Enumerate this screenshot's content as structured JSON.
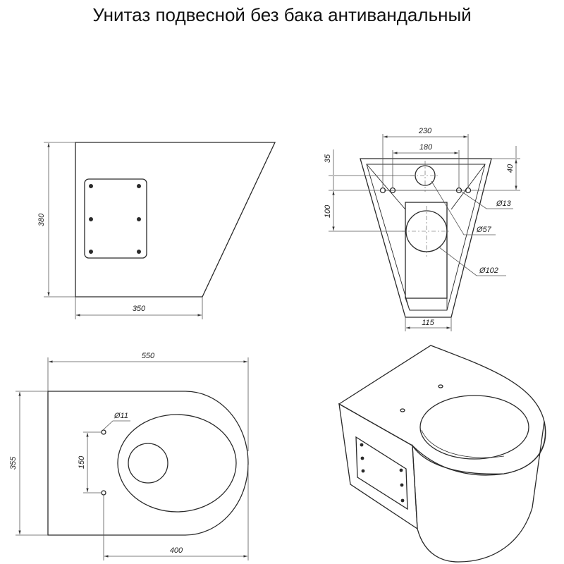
{
  "title": "Унитаз подвесной без бака антивандальный",
  "colors": {
    "line": "#2a2a2a",
    "thin": "#555555",
    "background": "#ffffff"
  },
  "views": {
    "side": {
      "height": "380",
      "width": "350"
    },
    "front": {
      "width_outer": "230",
      "width_inner": "180",
      "dim_35": "35",
      "dim_40": "40",
      "dim_100": "100",
      "dia_13": "Ø13",
      "dia_57": "Ø57",
      "dia_102": "Ø102",
      "bottom_width": "115"
    },
    "top": {
      "length": "550",
      "height": "355",
      "hole_spacing": "150",
      "hole_dia": "Ø11",
      "hole_offset": "400"
    }
  }
}
